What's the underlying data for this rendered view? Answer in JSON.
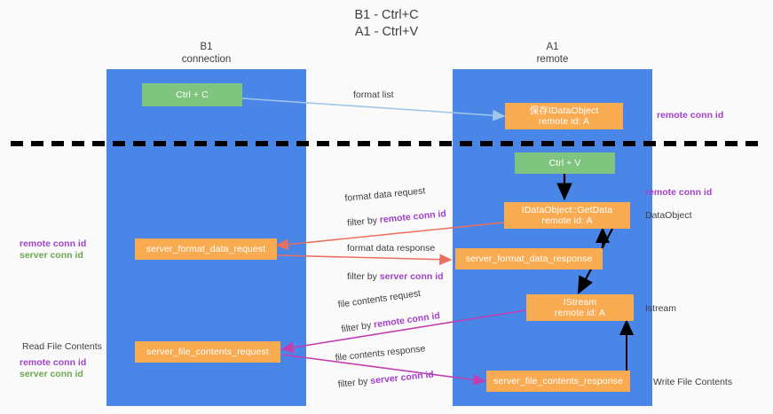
{
  "diagram": {
    "title": "B1 - Ctrl+C\nA1 - Ctrl+V",
    "columns": [
      {
        "key": "b1",
        "header": "B1\nconnection"
      },
      {
        "key": "a1",
        "header": "A1\nremote"
      }
    ],
    "nodes": [
      {
        "id": "ctrl-c",
        "label": "Ctrl + C",
        "color": "green"
      },
      {
        "id": "save-idataobject",
        "label": "保存IDataObject\nremote id: A",
        "color": "orange"
      },
      {
        "id": "ctrl-v",
        "label": "Ctrl + V",
        "color": "green"
      },
      {
        "id": "idataobject-getdata",
        "label": "IDataObject::GetData\nremote id: A",
        "color": "orange"
      },
      {
        "id": "server-format-data-request",
        "label": "server_format_data_request",
        "color": "orange"
      },
      {
        "id": "server-format-data-response",
        "label": "server_format_data_response",
        "color": "orange"
      },
      {
        "id": "istream",
        "label": "IStream\nremote id: A",
        "color": "orange"
      },
      {
        "id": "server-file-contents-request",
        "label": "server_file_contents_request",
        "color": "orange"
      },
      {
        "id": "server-file-contents-response",
        "label": "server_file_contents_response",
        "color": "orange"
      }
    ],
    "edge_labels": [
      {
        "id": "format-list",
        "text": "format list"
      },
      {
        "id": "format-data-request",
        "line1": "format data request",
        "filter_prefix": "filter by ",
        "filter_key": "remote conn id"
      },
      {
        "id": "format-data-response",
        "line1": "format data response",
        "filter_prefix": "filter by ",
        "filter_key": "server conn id"
      },
      {
        "id": "file-contents-request",
        "line1": "file contents request",
        "filter_prefix": "filter by ",
        "filter_key": "remote conn id"
      },
      {
        "id": "file-contents-response",
        "line1": "file contents response",
        "filter_prefix": "filter by ",
        "filter_key": "server conn id"
      }
    ],
    "side_labels": {
      "right_remote_conn_id_top": "remote conn id",
      "right_remote_conn_id_mid": "remote conn id",
      "right_dataobject": "DataObject",
      "right_istream": "Istream",
      "right_write_file_contents": "Write File Contents",
      "left_remote_conn_id": "remote conn id",
      "left_server_conn_id": "server conn id",
      "left_read_file_contents": "Read File Contents",
      "left_remote_conn_id_2": "remote conn id",
      "left_server_conn_id_2": "server conn id"
    },
    "colors": {
      "lane": "#4a86e8",
      "node_orange": "#f9ab52",
      "node_green": "#7fc47f",
      "purple": "#a142c8",
      "green_text": "#6aa84f",
      "arrow_blue": "#9fc5e8",
      "arrow_red": "#e8705f",
      "arrow_magenta": "#c23fb0",
      "arrow_black": "#000000",
      "divider": "#000000",
      "background": "#fafafa"
    }
  }
}
